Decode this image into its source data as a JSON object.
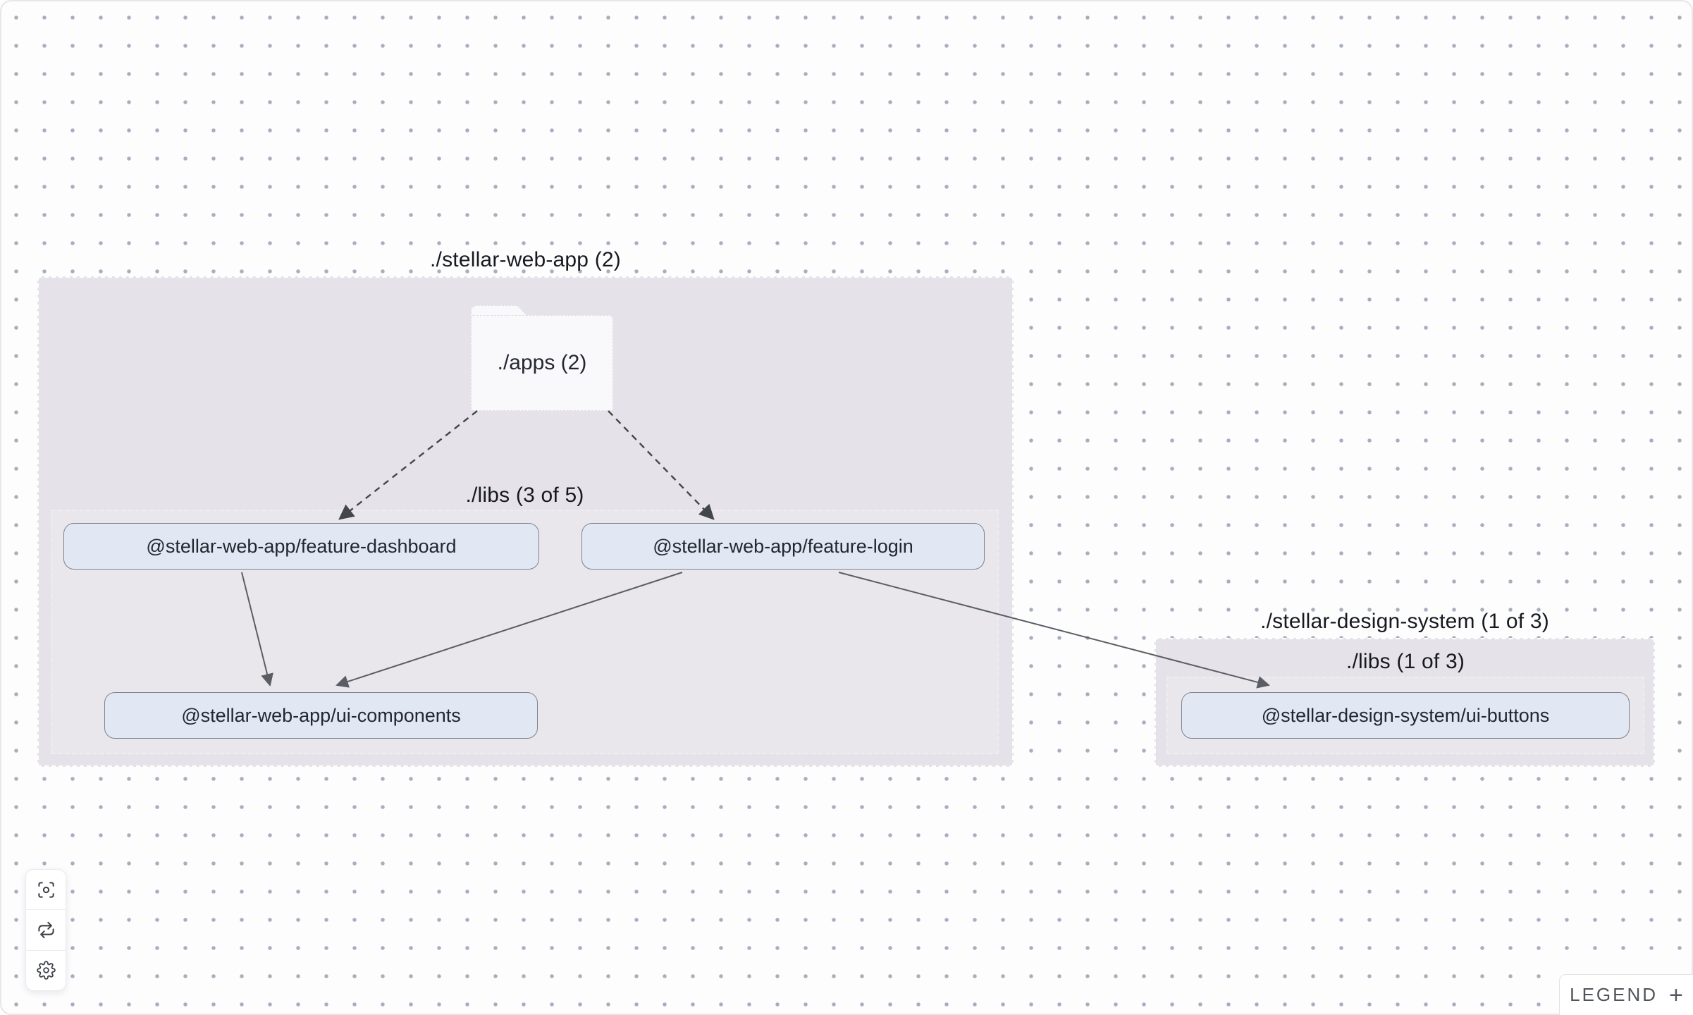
{
  "graph": {
    "groups": {
      "web_app": {
        "label": "./stellar-web-app (2)"
      },
      "web_app_libs": {
        "label": "./libs (3 of 5)"
      },
      "design_system": {
        "label": "./stellar-design-system (1 of 3)"
      },
      "design_system_libs": {
        "label": "./libs (1 of 3)"
      }
    },
    "folder": {
      "label": "./apps (2)"
    },
    "nodes": {
      "feature_dashboard": {
        "label": "@stellar-web-app/feature-dashboard"
      },
      "feature_login": {
        "label": "@stellar-web-app/feature-login"
      },
      "ui_components": {
        "label": "@stellar-web-app/ui-components"
      },
      "ui_buttons": {
        "label": "@stellar-design-system/ui-buttons"
      }
    },
    "edges": [
      {
        "from": "./apps (2)",
        "to": "@stellar-web-app/feature-dashboard",
        "style": "dashed"
      },
      {
        "from": "./apps (2)",
        "to": "@stellar-web-app/feature-login",
        "style": "dashed"
      },
      {
        "from": "@stellar-web-app/feature-dashboard",
        "to": "@stellar-web-app/ui-components",
        "style": "solid"
      },
      {
        "from": "@stellar-web-app/feature-login",
        "to": "@stellar-web-app/ui-components",
        "style": "solid"
      },
      {
        "from": "@stellar-web-app/feature-login",
        "to": "@stellar-design-system/ui-buttons",
        "style": "solid"
      }
    ]
  },
  "controls": {
    "buttons": [
      {
        "icon": "focus-icon"
      },
      {
        "icon": "refresh-icon"
      },
      {
        "icon": "settings-icon"
      }
    ]
  },
  "legend": {
    "label": "LEGEND",
    "expand_symbol": "+"
  },
  "colors": {
    "canvas_bg": "#fdfdfe",
    "grid_dot": "#a6afbe",
    "group_fill": "#e5e3e9",
    "node_fill": "#e2e7f4",
    "node_border": "#7d828d",
    "edge_dashed": "#43464c",
    "edge_solid": "#5a5e64",
    "text": "#23272f"
  }
}
